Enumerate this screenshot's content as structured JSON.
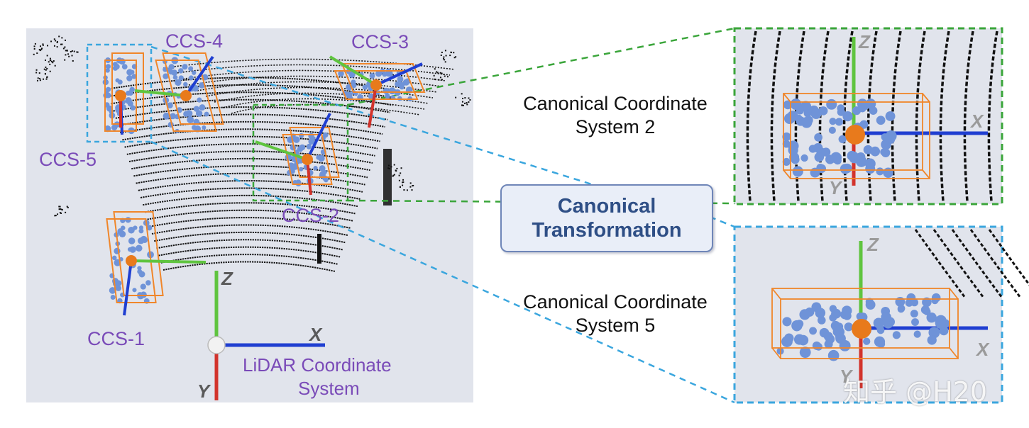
{
  "lidar_view": {
    "ccs_labels": [
      "CCS-1",
      "CCS-2",
      "CCS-3",
      "CCS-4",
      "CCS-5"
    ],
    "axis_x": "X",
    "axis_y": "Y",
    "axis_z": "Z",
    "system_caption": [
      "LiDAR Coordinate",
      "System"
    ]
  },
  "transform_box": {
    "line1": "Canonical",
    "line2": "Transformation"
  },
  "canonical_views": [
    {
      "caption": [
        "Canonical Coordinate",
        "System 2"
      ],
      "axis_x": "X",
      "axis_y": "Y",
      "axis_z": "Z"
    },
    {
      "caption": [
        "Canonical Coordinate",
        "System 5"
      ],
      "axis_x": "X",
      "axis_y": "Y",
      "axis_z": "Z"
    }
  ],
  "watermark": "知乎 @H20",
  "colors": {
    "panel_bg": "#e1e4ec",
    "ccs_label": "#7a4bb8",
    "box_orange": "#f0862a",
    "point_blue": "#6f93d8",
    "axis_red": "#d2332c",
    "axis_green": "#5fc43f",
    "axis_blue": "#1f3ed1",
    "dash_green": "#3aa53a",
    "dash_blue": "#3aa6de"
  }
}
